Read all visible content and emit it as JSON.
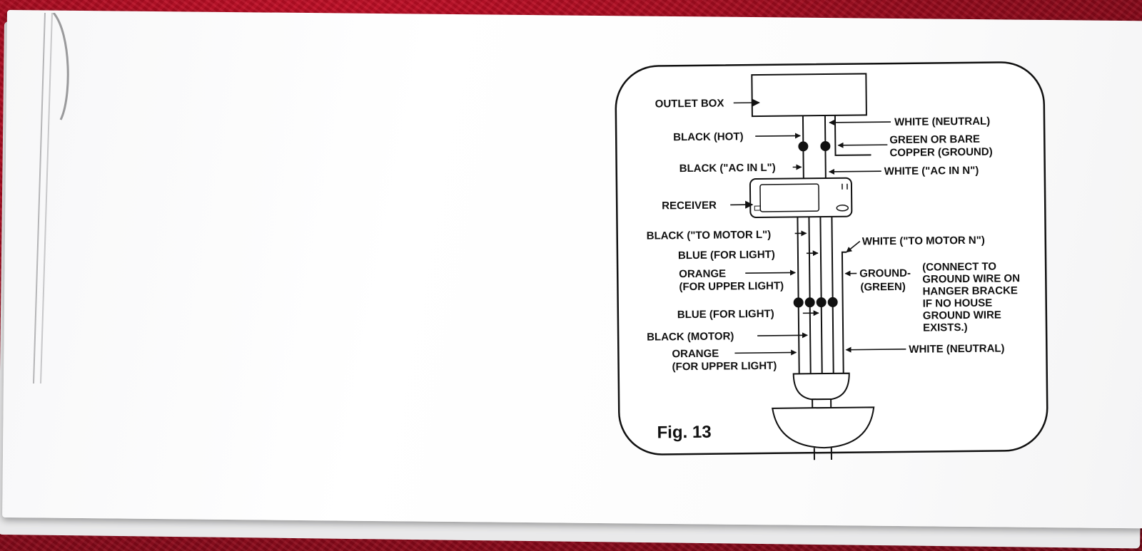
{
  "figure": {
    "caption": "Fig. 13",
    "labels": {
      "outlet_box": "OUTLET BOX",
      "black_hot": "BLACK (HOT)",
      "black_ac_in_l": "BLACK (\"AC IN L\")",
      "receiver": "RECEIVER",
      "black_to_motor_l": "BLACK (\"TO MOTOR  L\")",
      "blue_for_light_1": "BLUE (FOR  LIGHT)",
      "orange_1_line1": "ORANGE",
      "orange_1_line2": "(FOR UPPER LIGHT)",
      "blue_for_light_2": "BLUE (FOR  LIGHT)",
      "black_motor": "BLACK (MOTOR)",
      "orange_2_line1": "ORANGE",
      "orange_2_line2": "(FOR UPPER LIGHT)",
      "white_neutral_top": "WHITE (NEUTRAL)",
      "green_bare_line1": "GREEN OR BARE",
      "green_bare_line2": "COPPER (GROUND)",
      "white_ac_in_n": "WHITE (\"AC IN N\")",
      "white_to_motor_n": "WHITE (\"TO MOTOR  N\")",
      "ground_line1": "GROUND-",
      "ground_line2": "(GREEN)",
      "connect_line1": "(CONNECT TO",
      "connect_line2": "GROUND WIRE ON",
      "connect_line3": "HANGER BRACKE",
      "connect_line4": "IF NO HOUSE",
      "connect_line5": "GROUND WIRE",
      "connect_line6": "EXISTS.)",
      "white_neutral_bottom": "WHITE (NEUTRAL)"
    }
  }
}
